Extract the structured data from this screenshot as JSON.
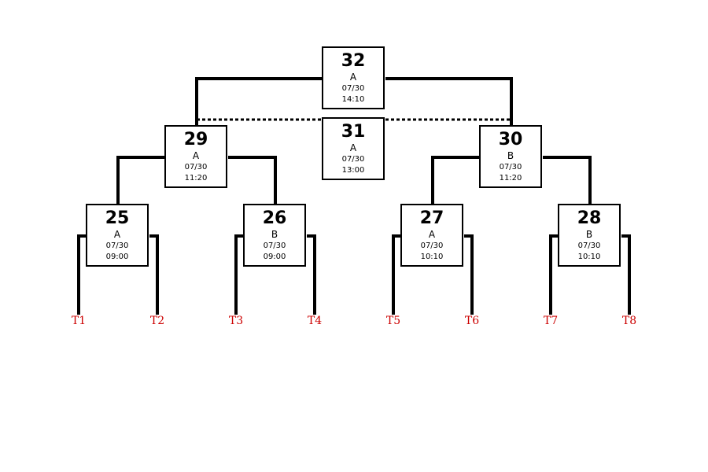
{
  "colors": {
    "line": "#000000",
    "team_label": "#cc0000",
    "box_border": "#000000",
    "background": "#ffffff"
  },
  "matches": {
    "m32": {
      "number": "32",
      "court": "A",
      "date": "07/30",
      "time": "14:10"
    },
    "m31": {
      "number": "31",
      "court": "A",
      "date": "07/30",
      "time": "13:00"
    },
    "m29": {
      "number": "29",
      "court": "A",
      "date": "07/30",
      "time": "11:20"
    },
    "m30": {
      "number": "30",
      "court": "B",
      "date": "07/30",
      "time": "11:20"
    },
    "m25": {
      "number": "25",
      "court": "A",
      "date": "07/30",
      "time": "09:00"
    },
    "m26": {
      "number": "26",
      "court": "B",
      "date": "07/30",
      "time": "09:00"
    },
    "m27": {
      "number": "27",
      "court": "A",
      "date": "07/30",
      "time": "10:10"
    },
    "m28": {
      "number": "28",
      "court": "B",
      "date": "07/30",
      "time": "10:10"
    }
  },
  "teams": [
    "T1",
    "T2",
    "T3",
    "T4",
    "T5",
    "T6",
    "T7",
    "T8"
  ]
}
